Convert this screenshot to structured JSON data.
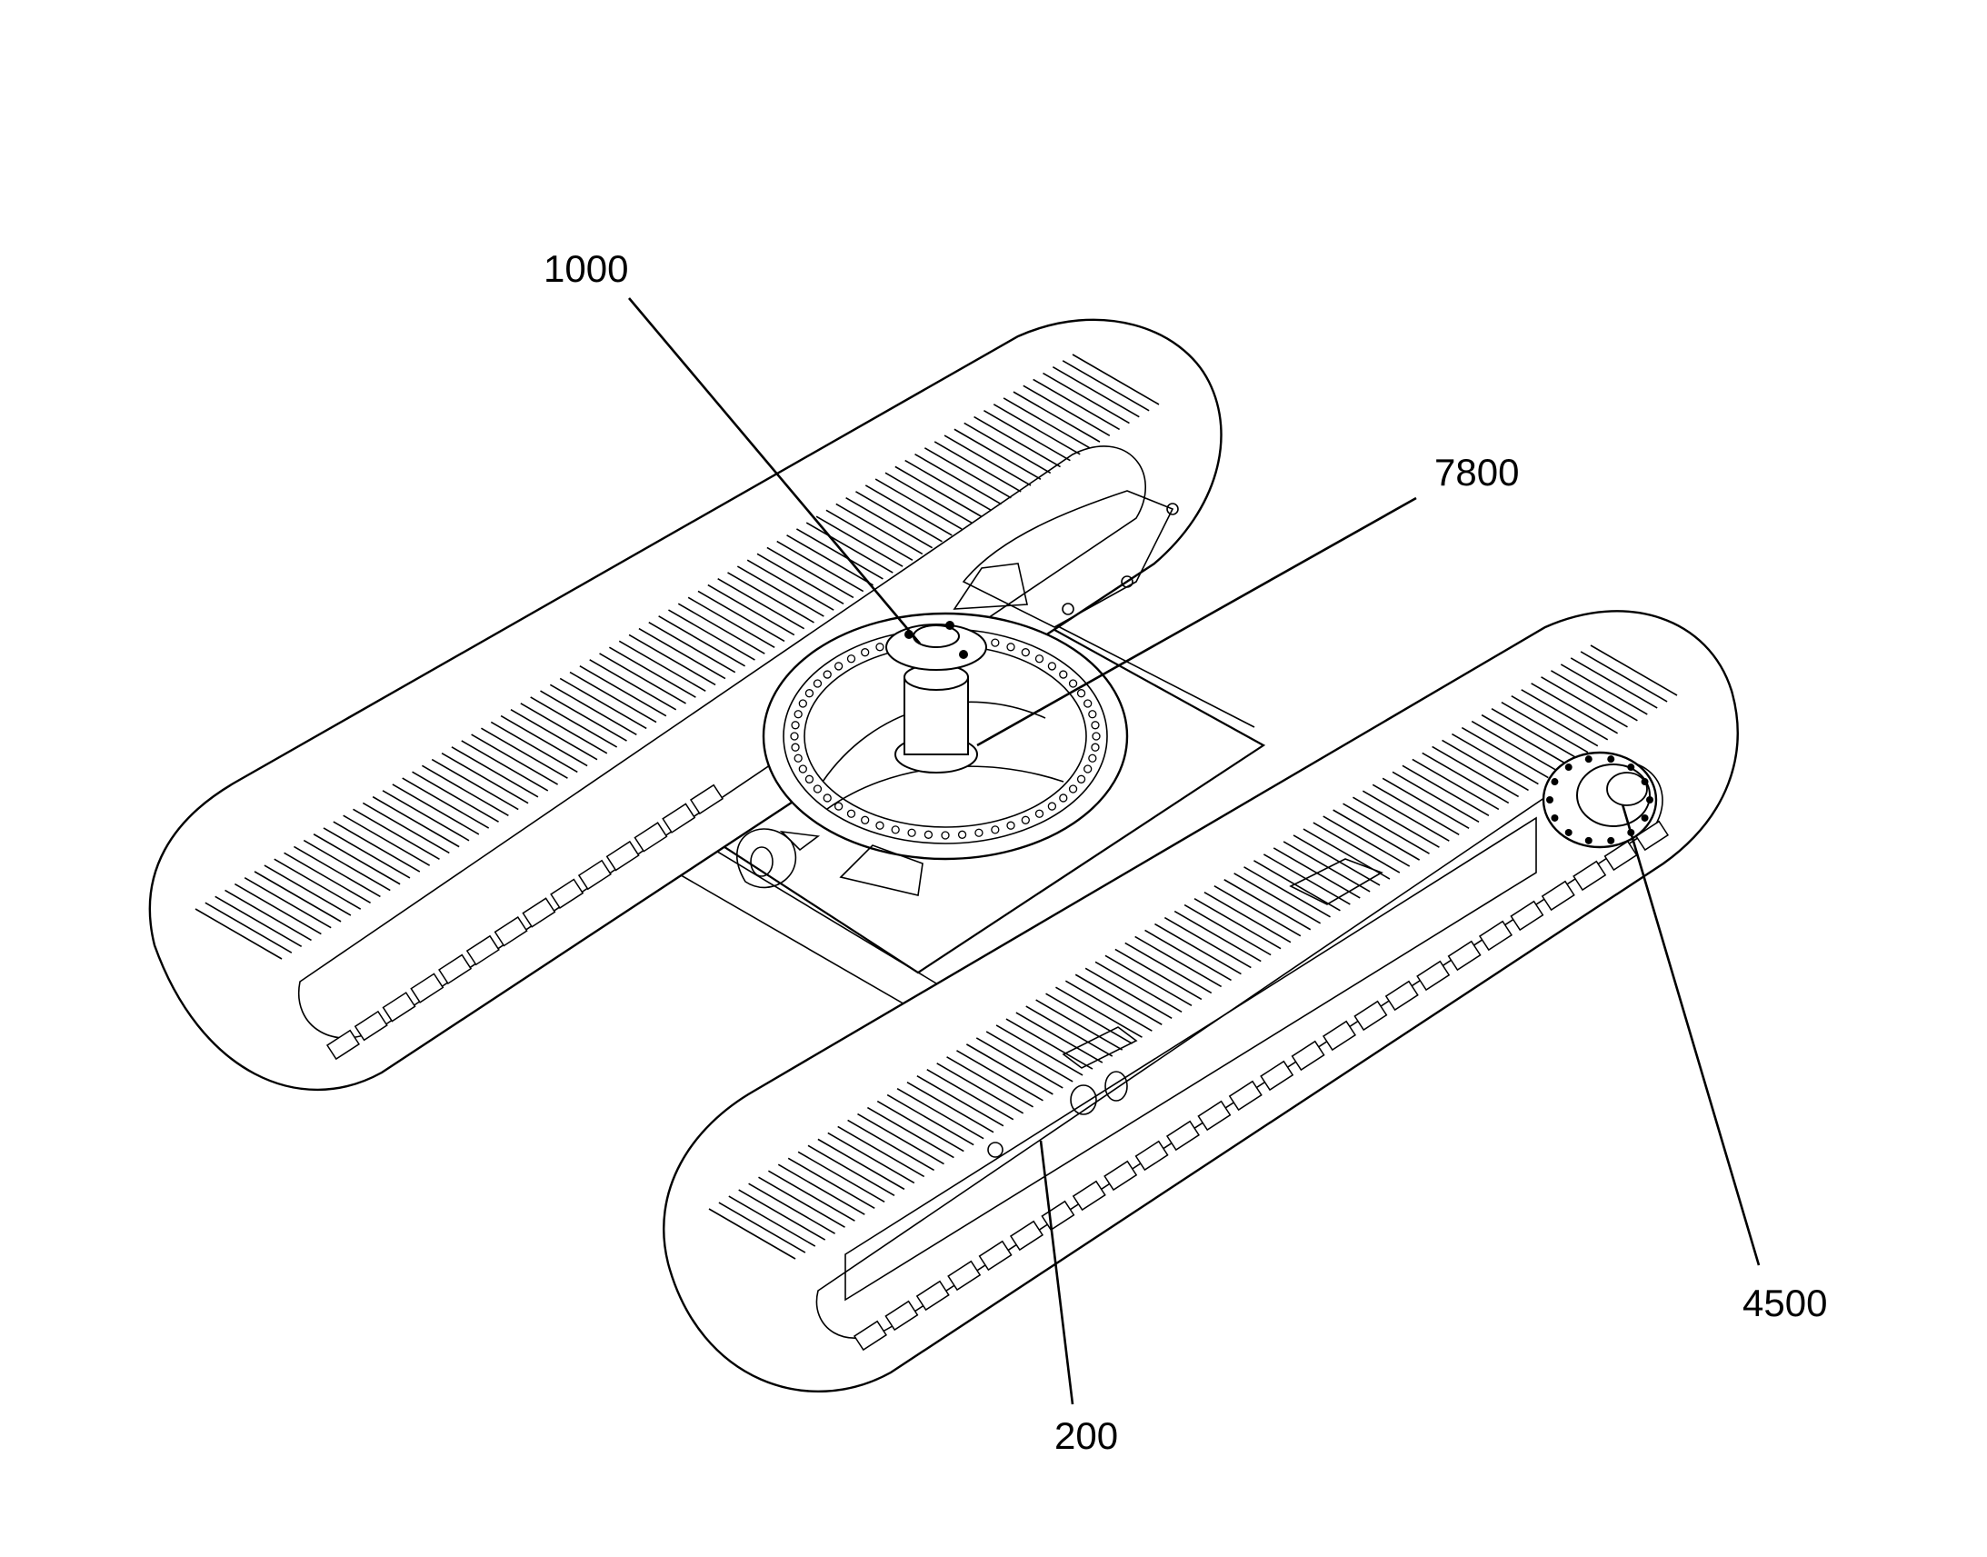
{
  "figure": {
    "reference_numerals": [
      {
        "id": "ref-1000",
        "text": "1000"
      },
      {
        "id": "ref-7800",
        "text": "7800"
      },
      {
        "id": "ref-4500",
        "text": "4500"
      },
      {
        "id": "ref-200",
        "text": "200"
      }
    ]
  }
}
